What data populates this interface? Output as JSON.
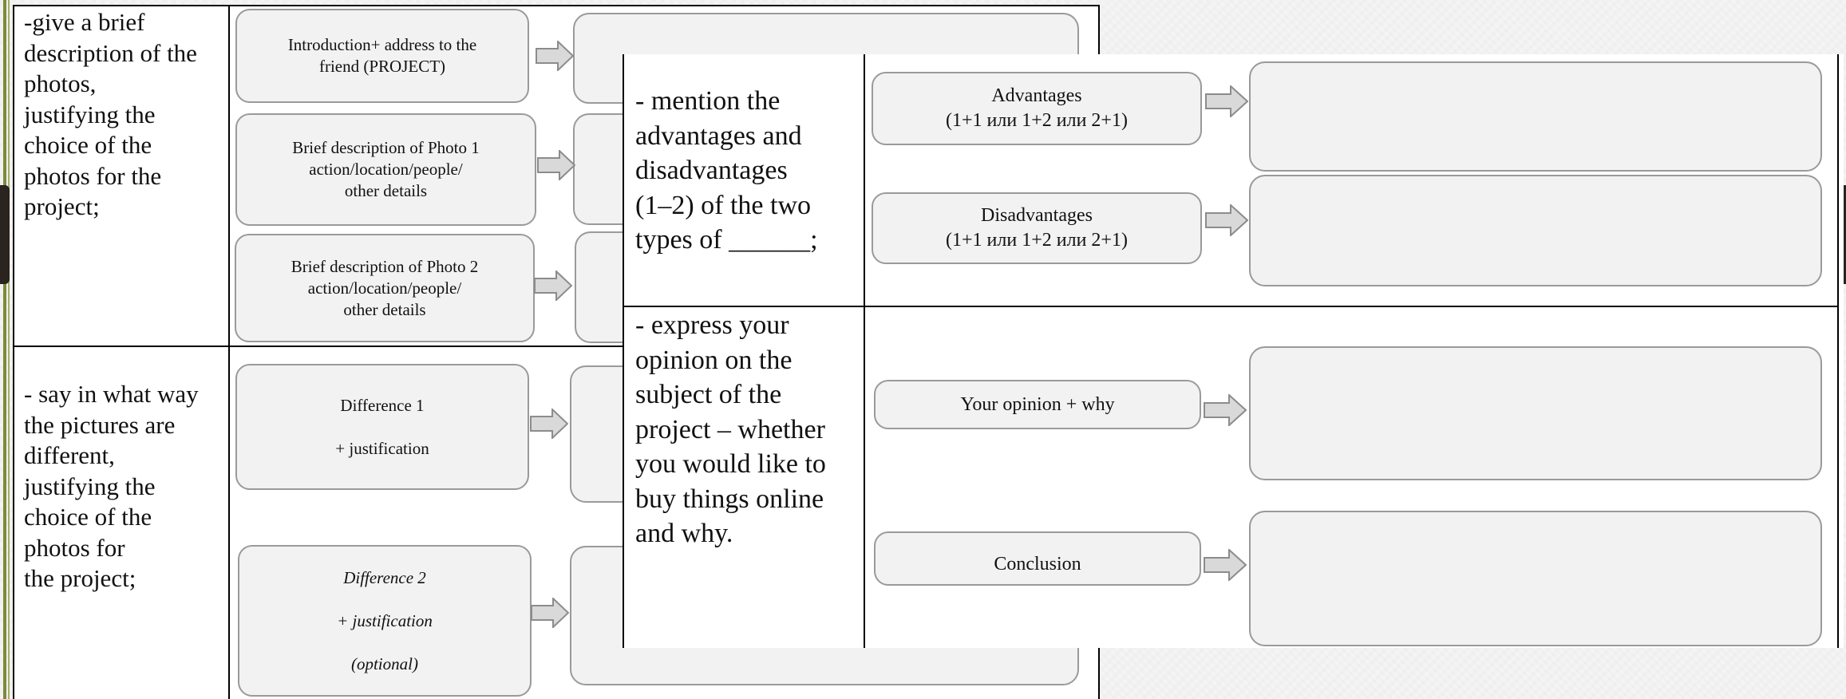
{
  "left_table": {
    "rows": [
      {
        "instruction": "-give a brief\ndescription of the\nphotos,\njustifying the\nchoice of the\nphotos for the\nproject;",
        "boxes": [
          "Introduction+ address to the\nfriend (PROJECT)",
          "Brief description of Photo 1\naction/location/people/\nother details",
          "Brief description of Photo 2\naction/location/people/\nother details"
        ]
      },
      {
        "instruction": "- say in what way\nthe pictures are\ndifferent,\njustifying the\nchoice of the\nphotos for\nthe project;",
        "boxes": [
          "Difference 1\n\n+ justification",
          "Difference 2\n\n+ justification\n\n(optional)"
        ]
      }
    ]
  },
  "right_table": {
    "rows": [
      {
        "instruction": "- mention the\nadvantages and\ndisadvantages\n(1–2) of the two\ntypes of ______;",
        "boxes": [
          "Advantages\n(1+1 или 1+2 или 2+1)",
          "Disadvantages\n(1+1 или 1+2 или 2+1)"
        ]
      },
      {
        "instruction": "- express your\nopinion on the\nsubject of the\nproject – whether\nyou would like to\nbuy things online\nand why.",
        "boxes": [
          "Your opinion + why",
          "Conclusion"
        ]
      }
    ]
  },
  "colors": {
    "box_fill": "#f2f2f2",
    "box_border": "#9a9a9a",
    "arrow_fill": "#d9d9d9",
    "frame_accent": "#7e8a3a"
  }
}
